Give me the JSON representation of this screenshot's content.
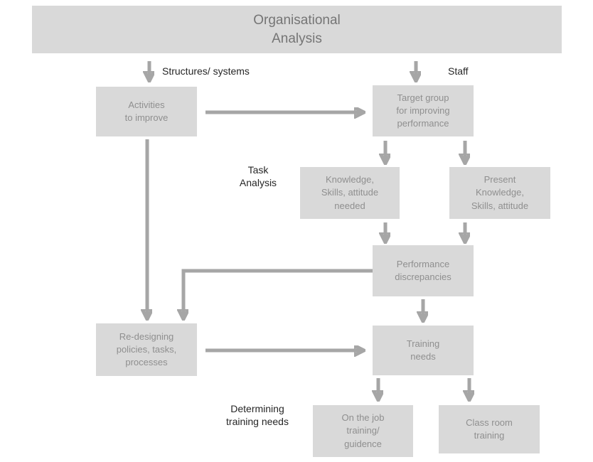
{
  "diagram": {
    "title": "Organisational\nAnalysis",
    "labels": {
      "structures": "Structures/ systems",
      "staff": "Staff",
      "task_analysis": "Task\nAnalysis",
      "determining": "Determining\ntraining needs"
    },
    "boxes": {
      "activities": "Activities\nto improve",
      "target_group": "Target group\nfor improving\nperformance",
      "knowledge_needed": "Knowledge,\nSkills, attitude\nneeded",
      "present_knowledge": "Present\nKnowledge,\nSkills, attitude",
      "performance_discrepancies": "Performance\ndiscrepancies",
      "redesigning": "Re-designing\npolicies, tasks,\nprocesses",
      "training_needs": "Training\nneeds",
      "on_the_job": "On the job\ntraining/\nguidence",
      "classroom": "Class room\ntraining"
    },
    "colors": {
      "box_fill": "#d9d9d9",
      "box_text": "#8f8f8f",
      "title_text": "#757575",
      "arrow": "#a6a6a6",
      "label_text": "#262626",
      "background": "#ffffff"
    }
  }
}
